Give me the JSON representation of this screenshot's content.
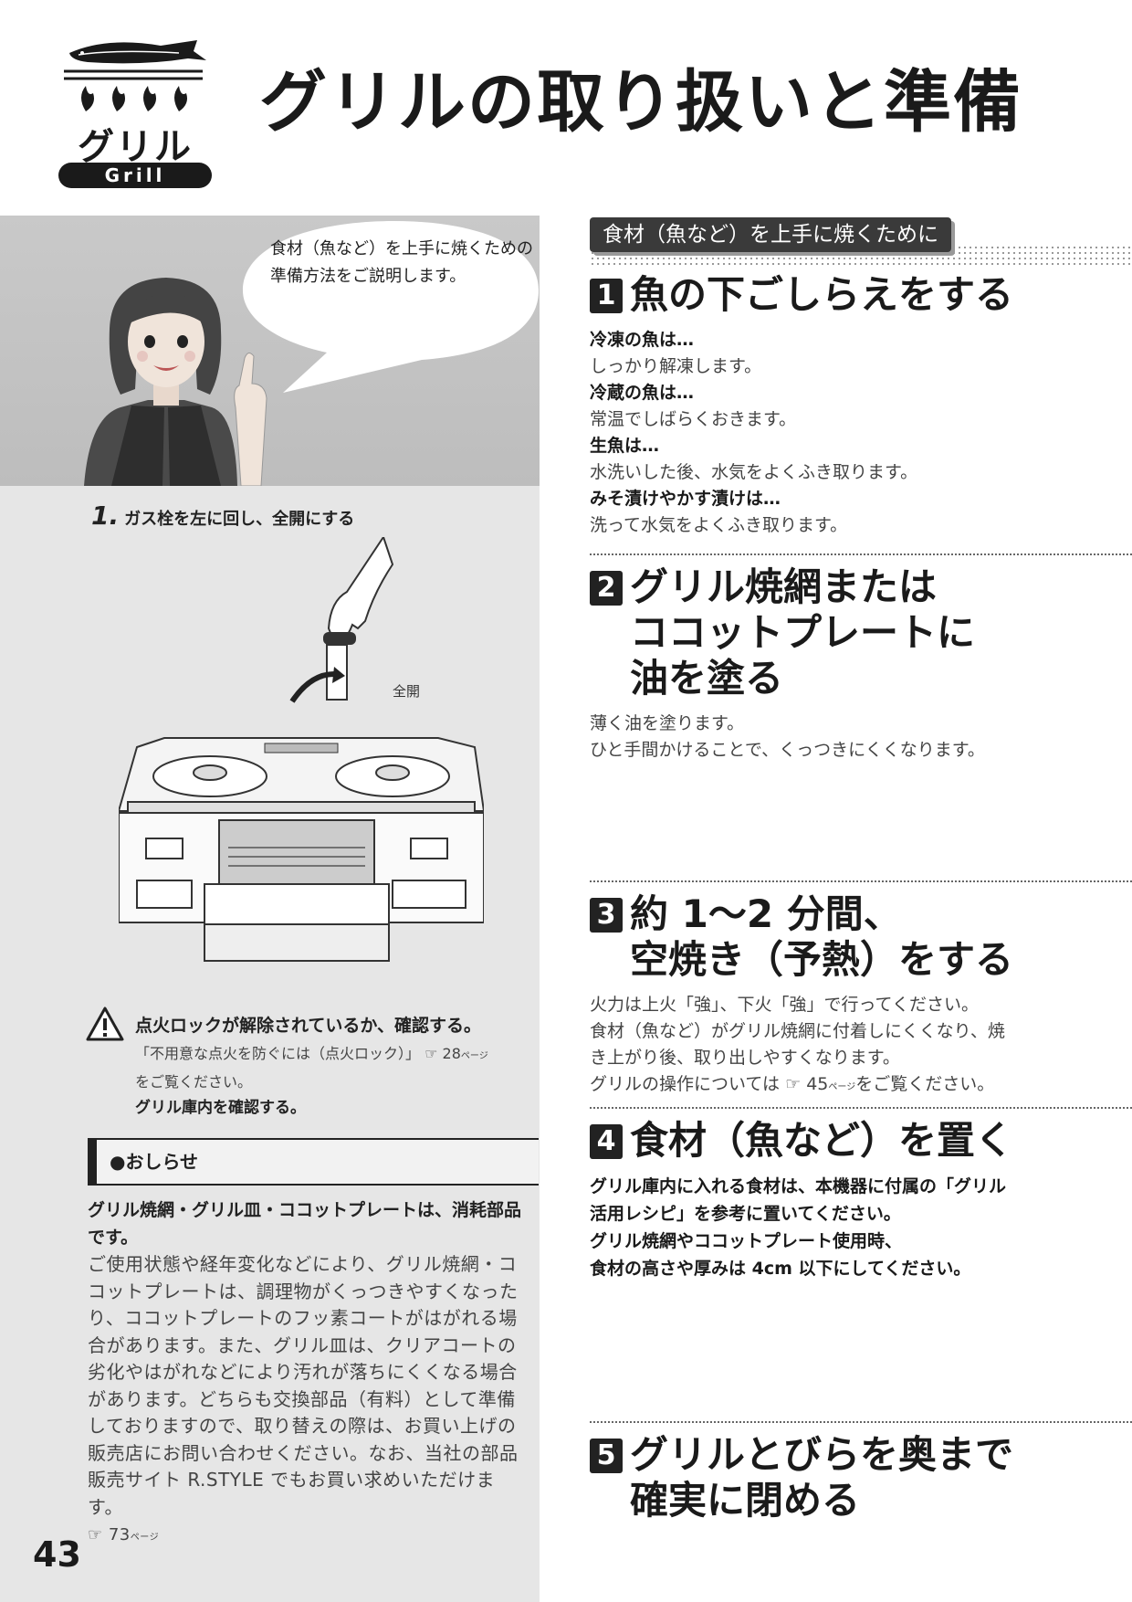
{
  "header": {
    "logo_text": "グリル",
    "logo_sub": "Grill",
    "title": "グリルの取り扱いと準備"
  },
  "left": {
    "bubble_text": "食材（魚など）を上手に焼くための準備方法をご説明します。",
    "step1": {
      "num": "1.",
      "text": "ガス栓を左に回し、全開にする"
    },
    "valve_label": "全開",
    "warning": {
      "heading": "点火ロックが解除されているか、確認する。",
      "body1": "「不用意な点火を防ぐには（点火ロック）」",
      "ref_icon": "☞",
      "ref1_num": "28",
      "ref_unit": "ページ",
      "body2": "をご覧ください。",
      "body3": "グリル庫内を確認する。"
    },
    "notice": {
      "heading": "●おしらせ",
      "bold": "グリル焼網・グリル皿・ココットプレートは、消耗部品です。",
      "body": "ご使用状態や経年変化などにより、グリル焼網・ココットプレートは、調理物がくっつきやすくなったり、ココットプレートのフッ素コートがはがれる場合があります。また、グリル皿は、クリアコートの劣化やはがれなどにより汚れが落ちにくくなる場合があります。どちらも交換部品（有料）として準備しておりますので、取り替えの際は、お買い上げの販売店にお問い合わせください。なお、当社の部品販売サイト R.STYLE でもお買い求めいただけます。",
      "ref_num": "73",
      "ref_unit": "ページ"
    },
    "page_number": "43"
  },
  "right": {
    "tab": "食材（魚など）を上手に焼くために",
    "sections": [
      {
        "num": "1",
        "title_lines": [
          "魚の下ごしらえをする"
        ],
        "items": [
          {
            "head": "冷凍の魚は…",
            "text": "しっかり解凍します。"
          },
          {
            "head": "冷蔵の魚は…",
            "text": "常温でしばらくおきます。"
          },
          {
            "head": "生魚は…",
            "text": "水洗いした後、水気をよくふき取ります。"
          },
          {
            "head": "みそ漬けやかす漬けは…",
            "text": "洗って水気をよくふき取ります。"
          }
        ]
      },
      {
        "num": "2",
        "title_lines": [
          "グリル焼網または",
          "ココットプレートに",
          "油を塗る"
        ],
        "body_lines": [
          "薄く油を塗ります。",
          "ひと手間かけることで、くっつきにくくなります。"
        ]
      },
      {
        "num": "3",
        "title_lines": [
          "約 1～2 分間、",
          "空焼き（予熱）をする"
        ],
        "body_lines": [
          "火力は上火「強」、下火「強」で行ってください。",
          "食材（魚など）がグリル焼網に付着しにくくなり、焼",
          "き上がり後、取り出しやすくなります。"
        ],
        "ref_pre": "グリルの操作については",
        "ref_icon": "☞",
        "ref_num": "45",
        "ref_unit": "ページ",
        "ref_post": "をご覧ください。"
      },
      {
        "num": "4",
        "title_lines": [
          "食材（魚など）を置く"
        ],
        "bold_lines": [
          "グリル庫内に入れる食材は、本機器に付属の「グリル",
          "活用レシピ」を参考に置いてください。",
          "グリル焼網やココットプレート使用時、",
          "食材の高さや厚みは 4cm 以下にしてください。"
        ]
      },
      {
        "num": "5",
        "title_lines": [
          "グリルとびらを奥まで",
          "確実に閉める"
        ]
      }
    ]
  }
}
